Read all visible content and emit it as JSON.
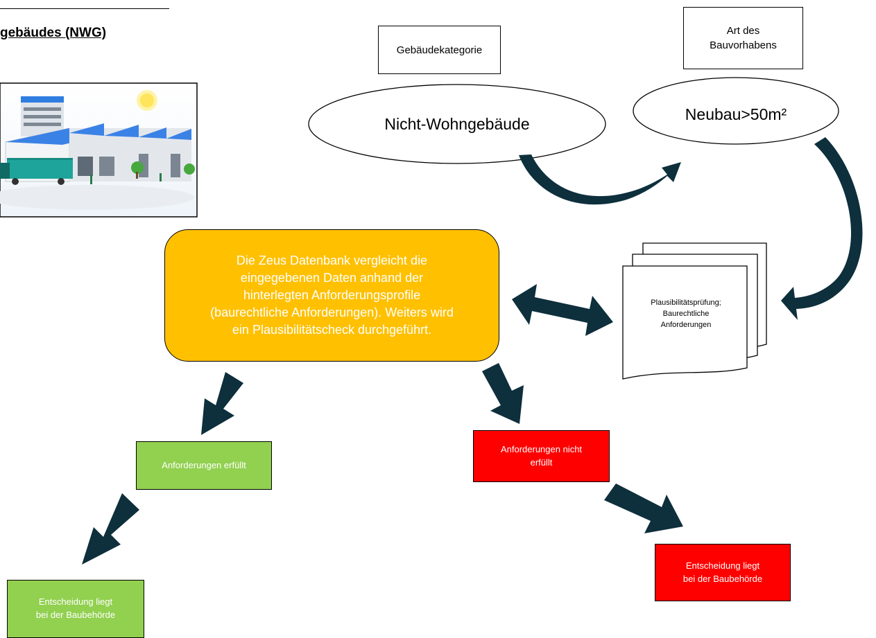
{
  "title": "gebäudes (NWG)",
  "image_caption_icon": "industrial-building-illustration",
  "labels": {
    "category_label": "Gebäudekategorie",
    "type_label_line1": "Art des",
    "type_label_line2": "Bauvorhabens"
  },
  "ellipses": {
    "category_value": "Nicht-Wohngebäude",
    "type_value": "Neubau>50m²"
  },
  "process": {
    "line1": "Die Zeus Datenbank vergleicht die",
    "line2": "eingegebenen Daten anhand der",
    "line3": "hinterlegten Anforderungsprofile",
    "line4": "(baurechtliche Anforderungen). Weiters wird",
    "line5": "ein Plausibilitätscheck durchgeführt."
  },
  "documents": {
    "line1": "Plausibilitätsprüfung;",
    "line2": "Baurechtliche",
    "line3": "Anforderungen"
  },
  "outcomes": {
    "met": "Anforderungen erfüllt",
    "not_met_line1": "Anforderungen nicht",
    "not_met_line2": "erfüllt",
    "decision_line1": "Entscheidung liegt",
    "decision_line2": "bei der Baubehörde"
  },
  "colors": {
    "arrow": "#0e2f3c",
    "process_fill": "#ffc000",
    "met_fill": "#92d050",
    "not_met_fill": "#ff0000"
  }
}
